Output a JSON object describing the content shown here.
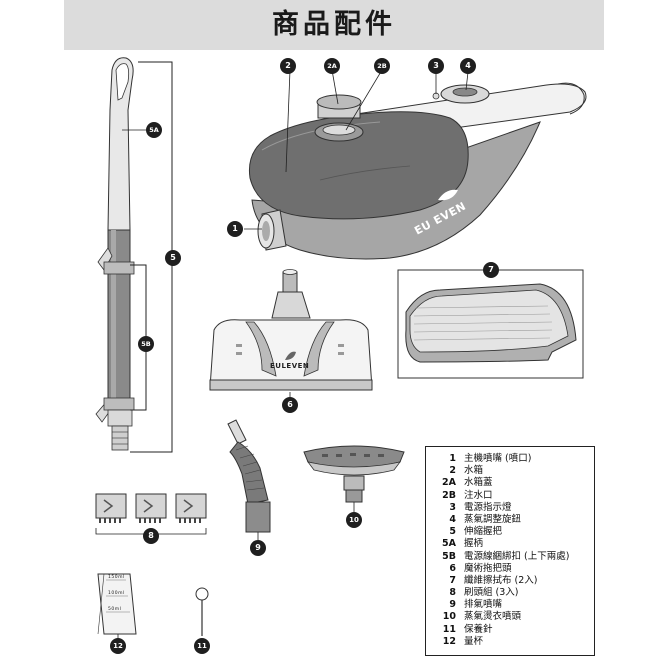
{
  "header": {
    "title": "商品配件"
  },
  "brand": {
    "name": "EU EVEN",
    "name_on_base": "EULEVEN"
  },
  "colors": {
    "header_bg": "#dcdcdc",
    "body_dark": "#6f6f6f",
    "body_light": "#a6a6a6",
    "callout": "#1f1f1f"
  },
  "callouts": {
    "c1": "1",
    "c2": "2",
    "c2a": "2A",
    "c2b": "2B",
    "c3": "3",
    "c4": "4",
    "c5": "5",
    "c5a": "5A",
    "c5b": "5B",
    "c6": "6",
    "c7": "7",
    "c8": "8",
    "c9": "9",
    "c10": "10",
    "c11": "11",
    "c12": "12"
  },
  "cup_marks": {
    "m1": "150ml",
    "m2": "100ml",
    "m3": "50ml"
  },
  "legend": {
    "items": [
      {
        "num": "1",
        "label": "主機噴嘴 (噴口)"
      },
      {
        "num": "2",
        "label": "水箱"
      },
      {
        "num": "2A",
        "label": "水箱蓋"
      },
      {
        "num": "2B",
        "label": "注水口"
      },
      {
        "num": "3",
        "label": "電源指示燈"
      },
      {
        "num": "4",
        "label": "蒸氣調整旋鈕"
      },
      {
        "num": "5",
        "label": "伸縮握把"
      },
      {
        "num": "5A",
        "label": "握柄"
      },
      {
        "num": "5B",
        "label": "電源線綑綁扣 (上下兩處)"
      },
      {
        "num": "6",
        "label": "魔術拖把頭"
      },
      {
        "num": "7",
        "label": "纖維擦拭布 (2入)"
      },
      {
        "num": "8",
        "label": "刷頭組 (3入)"
      },
      {
        "num": "9",
        "label": "排氣噴嘴"
      },
      {
        "num": "10",
        "label": "蒸氣燙衣噴頭"
      },
      {
        "num": "11",
        "label": "保養針"
      },
      {
        "num": "12",
        "label": "量杯"
      }
    ]
  }
}
